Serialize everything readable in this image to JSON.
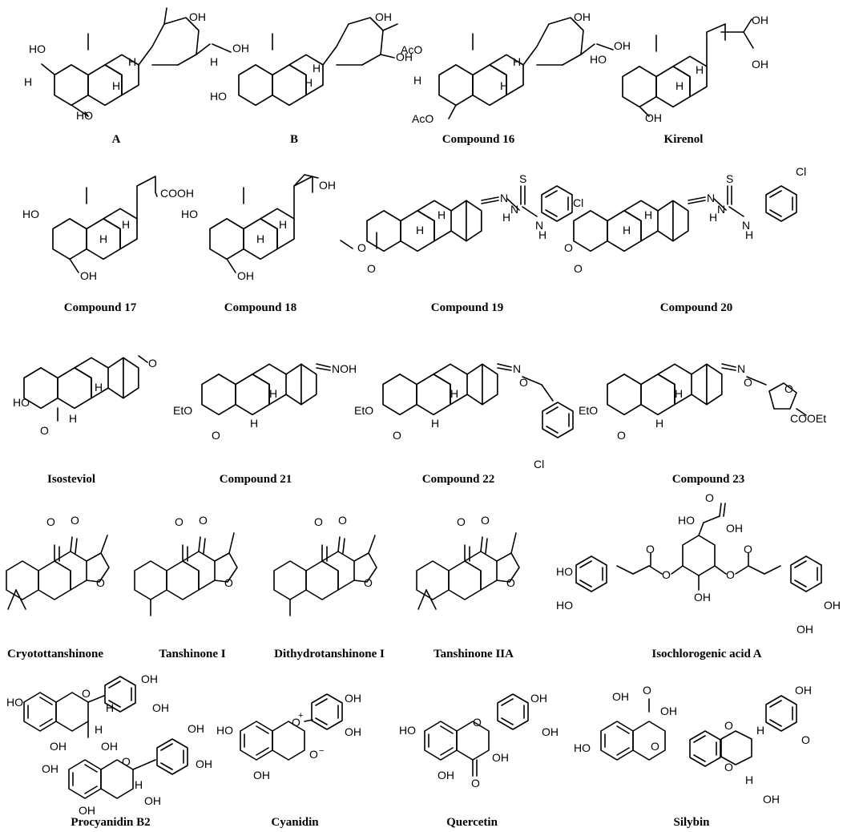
{
  "compounds": [
    {
      "id": "A",
      "label": "A"
    },
    {
      "id": "B",
      "label": "B"
    },
    {
      "id": "c16",
      "label": "Compound 16"
    },
    {
      "id": "kirenol",
      "label": "Kirenol"
    },
    {
      "id": "c17",
      "label": "Compound 17"
    },
    {
      "id": "c18",
      "label": "Compound 18"
    },
    {
      "id": "c19",
      "label": "Compound 19"
    },
    {
      "id": "c20",
      "label": "Compound 20"
    },
    {
      "id": "isosteviol",
      "label": "Isosteviol"
    },
    {
      "id": "c21",
      "label": "Compound 21"
    },
    {
      "id": "c22",
      "label": "Compound 22"
    },
    {
      "id": "c23",
      "label": "Compound 23"
    },
    {
      "id": "cryptotanshinone",
      "label": "Cryotottanshinone"
    },
    {
      "id": "tanshinone1",
      "label": "Tanshinone I"
    },
    {
      "id": "dihydrotanshinone1",
      "label": "Dithydrotanshinone I"
    },
    {
      "id": "tanshinone2a",
      "label": "Tanshinone IIA"
    },
    {
      "id": "isochlorogenic",
      "label": "Isochlorogenic acid A"
    },
    {
      "id": "procyanidinb2",
      "label": "Procyanidin B2"
    },
    {
      "id": "cyanidin",
      "label": "Cyanidin"
    },
    {
      "id": "quercetin",
      "label": "Quercetin"
    },
    {
      "id": "silybin",
      "label": "Silybin"
    }
  ],
  "atom_labels": {
    "oh": "OH",
    "ho": "HO",
    "h": "H",
    "aco": "AcO",
    "cooh": "COOH",
    "o": "O",
    "n": "N",
    "s": "S",
    "cl": "Cl",
    "nh": "NH",
    "hn": "H",
    "noh": "NOH",
    "eto": "EtO",
    "cooet": "COOEt",
    "o_plus": "+",
    "o_minus": "−"
  }
}
